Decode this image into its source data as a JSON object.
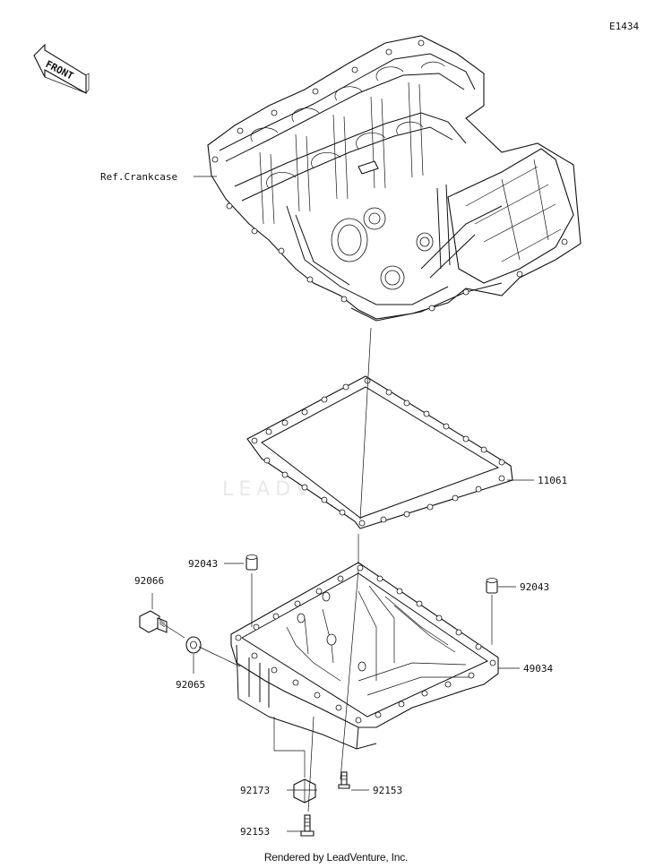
{
  "diagram_code": "E1434",
  "front_label": "FRONT",
  "watermark": "LEADVENTURE",
  "footer": "Rendered by LeadVenture, Inc.",
  "labels": {
    "crankcase": "Ref.Crankcase",
    "gasket": "11061",
    "dowel_left": "92043",
    "dowel_right": "92043",
    "drain_bolt": "92066",
    "washer": "92065",
    "oil_pan": "49034",
    "clamp": "92173",
    "bolt_center": "92153",
    "bolt_bottom": "92153"
  }
}
